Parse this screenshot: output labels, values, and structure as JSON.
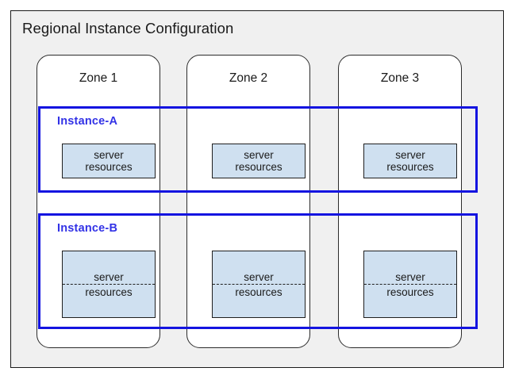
{
  "diagram": {
    "title": "Regional Instance Configuration",
    "background_color": "#f0f0f0",
    "border_color": "#1a1a1a",
    "accent_color": "#3232e6",
    "resource_fill_color": "#cfe0f0"
  },
  "zones": [
    {
      "label": "Zone 1"
    },
    {
      "label": "Zone 2"
    },
    {
      "label": "Zone 3"
    }
  ],
  "instances": [
    {
      "label": "Instance-A",
      "style": "simple",
      "resources": [
        {
          "line1": "server",
          "line2": "resources"
        },
        {
          "line1": "server",
          "line2": "resources"
        },
        {
          "line1": "server",
          "line2": "resources"
        }
      ]
    },
    {
      "label": "Instance-B",
      "style": "split",
      "resources": [
        {
          "line1": "server",
          "line2": "resources"
        },
        {
          "line1": "server",
          "line2": "resources"
        },
        {
          "line1": "server",
          "line2": "resources"
        }
      ]
    }
  ]
}
